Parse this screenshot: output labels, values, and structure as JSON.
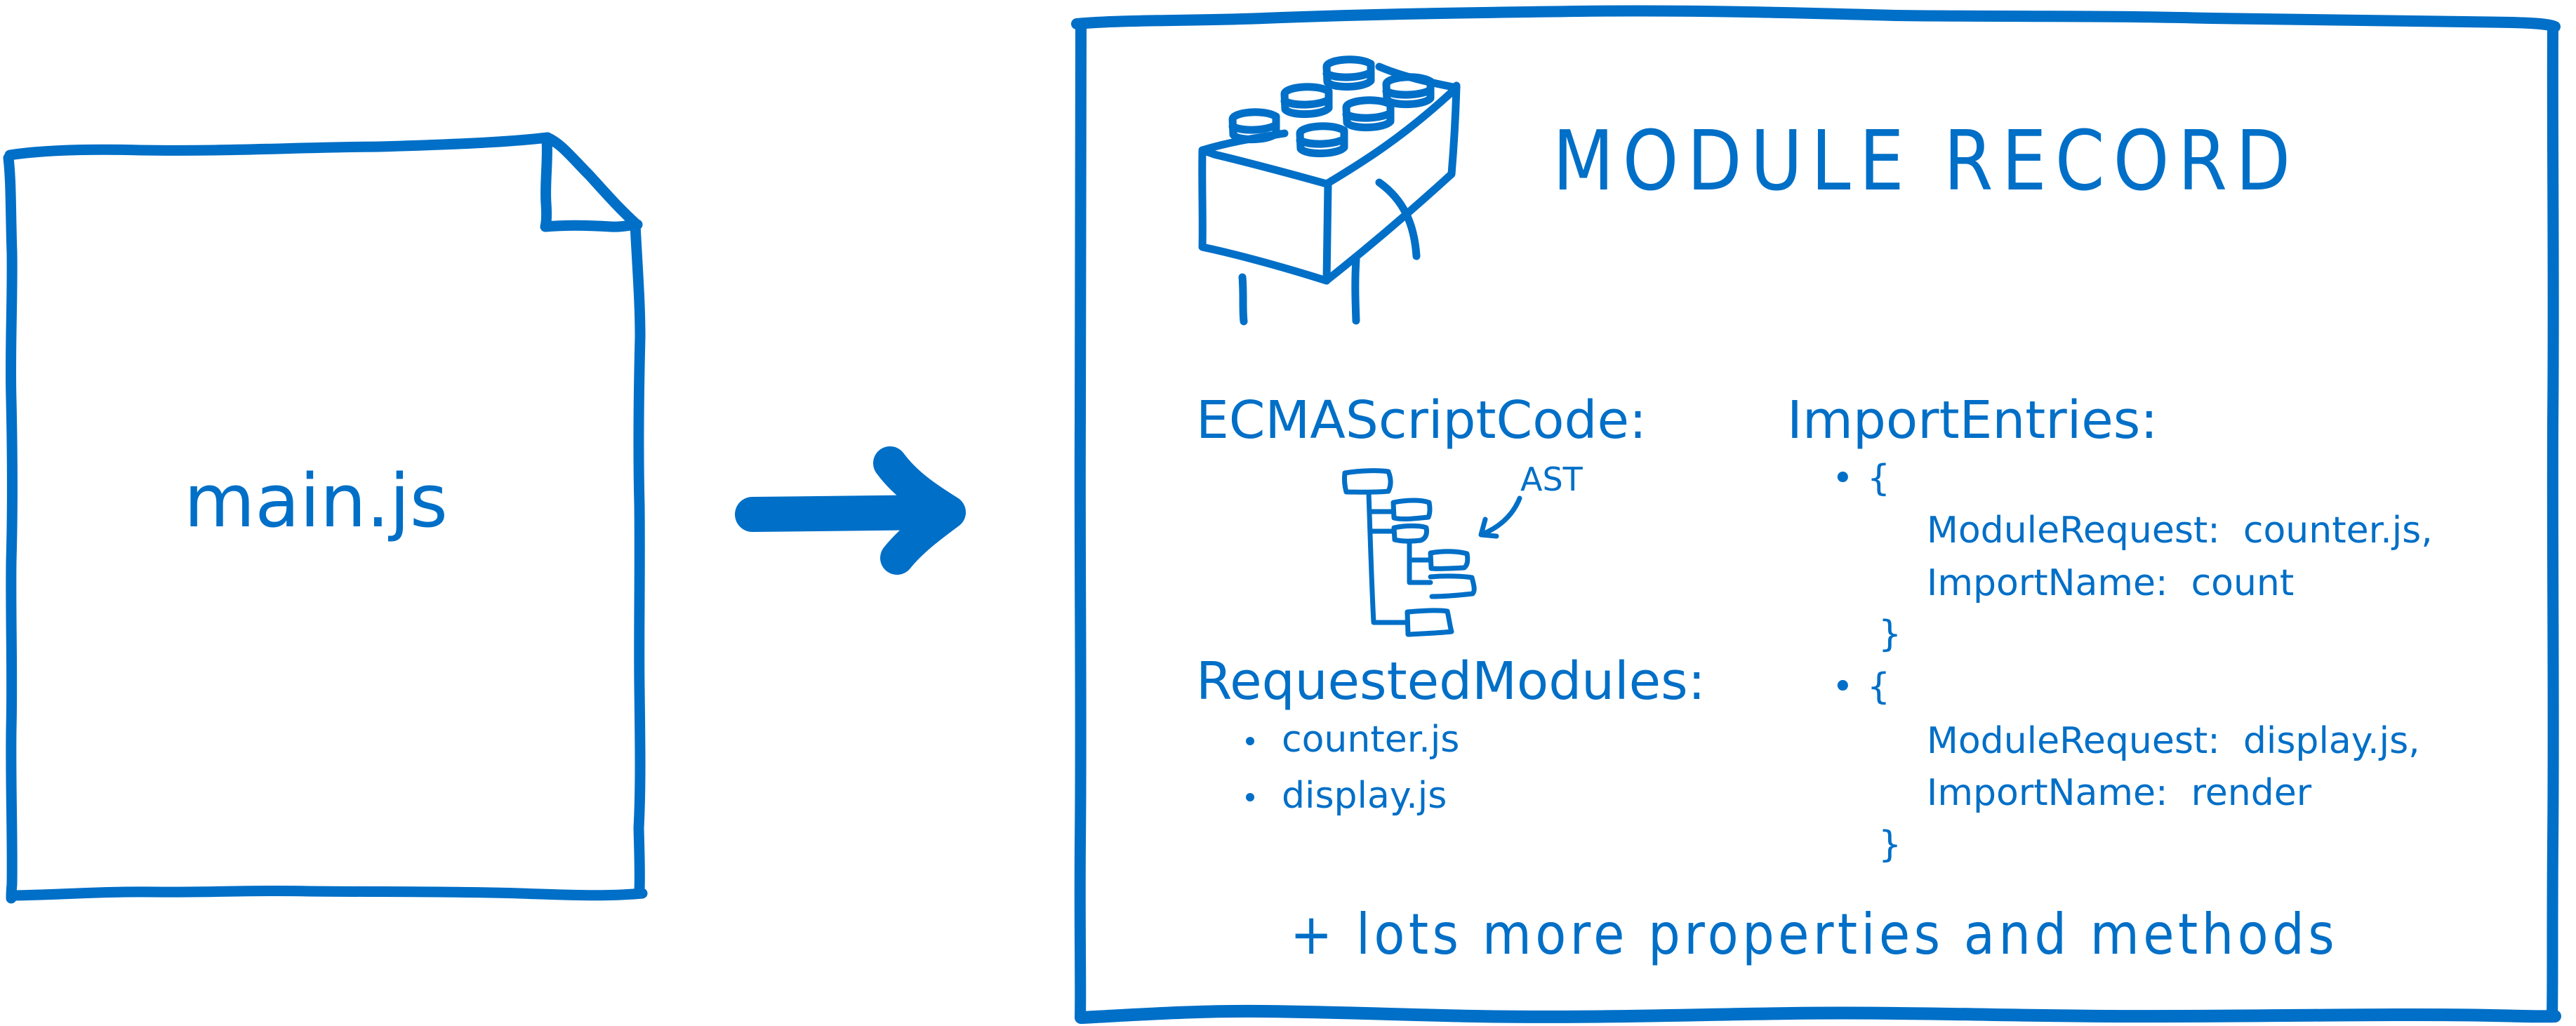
{
  "colors": {
    "ink": "#006fc7",
    "background": "#ffffff"
  },
  "file": {
    "name": "main.js",
    "icon": "document-icon"
  },
  "arrow": {
    "icon": "arrow-right-icon"
  },
  "module_record": {
    "title": "MODULE RECORD",
    "icon": "lego-brick-icon",
    "ecmascript_code": {
      "label": "ECMAScriptCode:",
      "annotation": "AST",
      "icon": "ast-tree-icon"
    },
    "requested_modules": {
      "label": "RequestedModules:",
      "items": [
        "counter.js",
        "display.js"
      ]
    },
    "import_entries": {
      "label": "ImportEntries:",
      "open_brace": "{",
      "close_brace": "}",
      "bullet": "•",
      "entries": [
        {
          "module_request": "ModuleRequest:  counter.js,",
          "import_name": "ImportName:  count"
        },
        {
          "module_request": "ModuleRequest:  display.js,",
          "import_name": "ImportName:  render"
        }
      ]
    },
    "footer": "+ lots more properties and methods"
  }
}
